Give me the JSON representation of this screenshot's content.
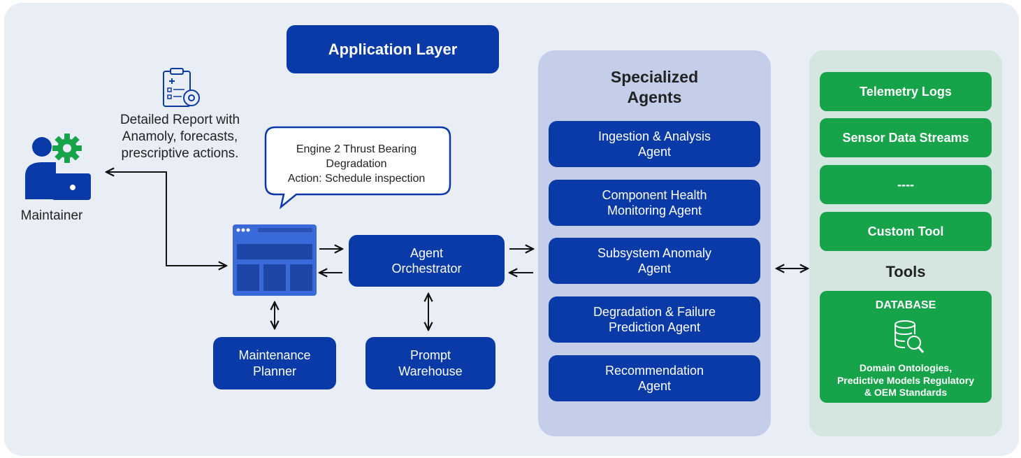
{
  "application_layer": {
    "label": "Application Layer"
  },
  "maintainer": {
    "label": "Maintainer"
  },
  "report": {
    "text": "Detailed Report with\nAnamoly, forecasts,\nprescriptive actions."
  },
  "bubble": {
    "text": "Engine 2 Thrust Bearing\nDegradation\nAction: Schedule inspection"
  },
  "orchestrator": {
    "label": "Agent\nOrchestrator"
  },
  "maintenance_planner": {
    "label": "Maintenance\nPlanner"
  },
  "prompt_warehouse": {
    "label": "Prompt\nWarehouse"
  },
  "agents": {
    "title": "Specialized\nAgents",
    "items": [
      {
        "label": "Ingestion & Analysis\nAgent"
      },
      {
        "label": "Component Health\nMonitoring Agent"
      },
      {
        "label": "Subsystem Anomaly\nAgent"
      },
      {
        "label": "Degradation & Failure\nPrediction Agent"
      },
      {
        "label": "Recommendation\nAgent"
      }
    ]
  },
  "tools": {
    "title": "Tools",
    "items": [
      {
        "label": "Telemetry Logs"
      },
      {
        "label": "Sensor Data Streams"
      },
      {
        "label": "----"
      },
      {
        "label": "Custom Tool"
      }
    ],
    "database": {
      "title": "DATABASE",
      "text": "Domain Ontologies,\nPredictive Models Regulatory\n& OEM Standards"
    }
  },
  "colors": {
    "primary_blue": "#0a3aa8",
    "green": "#17a34a",
    "background": "#e9edf6"
  }
}
